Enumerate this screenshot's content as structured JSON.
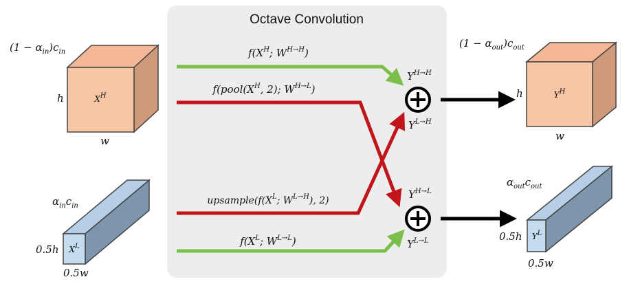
{
  "panel": {
    "title": "Octave Convolution"
  },
  "input_high": {
    "channel_label": "(1 − α",
    "channel_sub": "in",
    "channel_tail": ")c",
    "channel_sub2": "in",
    "tensor_label": "X",
    "tensor_sup": "H",
    "height_label": "h",
    "width_label": "w"
  },
  "input_low": {
    "channel_label": "α",
    "channel_sub": "in",
    "channel_tail": "c",
    "channel_sub2": "in",
    "tensor_label": "X",
    "tensor_sup": "L",
    "height_label": "0.5h",
    "width_label": "0.5w"
  },
  "output_high": {
    "channel_label": "(1 − α",
    "channel_sub": "out",
    "channel_tail": ")c",
    "channel_sub2": "out",
    "tensor_label": "Y",
    "tensor_sup": "H",
    "height_label": "h",
    "width_label": "w"
  },
  "output_low": {
    "channel_label": "α",
    "channel_sub": "out",
    "channel_tail": "c",
    "channel_sub2": "out",
    "tensor_label": "Y",
    "tensor_sup": "L",
    "height_label": "0.5h",
    "width_label": "0.5w"
  },
  "paths": {
    "h_to_h": {
      "pre": "f(X",
      "sup1": "H",
      "mid": "; W",
      "sup2": "H→H",
      "post": ")"
    },
    "h_to_l": {
      "pre": "f(pool(X",
      "sup1": "H",
      "mid": ", 2); W",
      "sup2": "H→L",
      "post": ")"
    },
    "l_to_h": {
      "pre": "upsample(f(X",
      "sup1": "L",
      "mid": "; W",
      "sup2": "L→H",
      "post": "), 2)"
    },
    "l_to_l": {
      "pre": "f(X",
      "sup1": "L",
      "mid": "; W",
      "sup2": "L→L",
      "post": ")"
    }
  },
  "sum_labels": {
    "yhh": {
      "base": "Y",
      "sup": "H→H"
    },
    "ylh": {
      "base": "Y",
      "sup": "L→H"
    },
    "yhl": {
      "base": "Y",
      "sup": "H→L"
    },
    "yll": {
      "base": "Y",
      "sup": "L→L"
    }
  },
  "colors": {
    "high_face": "#f8c6a6",
    "high_top": "#f5b896",
    "high_side": "#cf9a7c",
    "low_face": "#c5dbee",
    "low_top": "#b6cfe6",
    "low_side": "#7e96ad",
    "green": "#7bbf4a",
    "red": "#c0151b",
    "panel": "#ededed"
  }
}
